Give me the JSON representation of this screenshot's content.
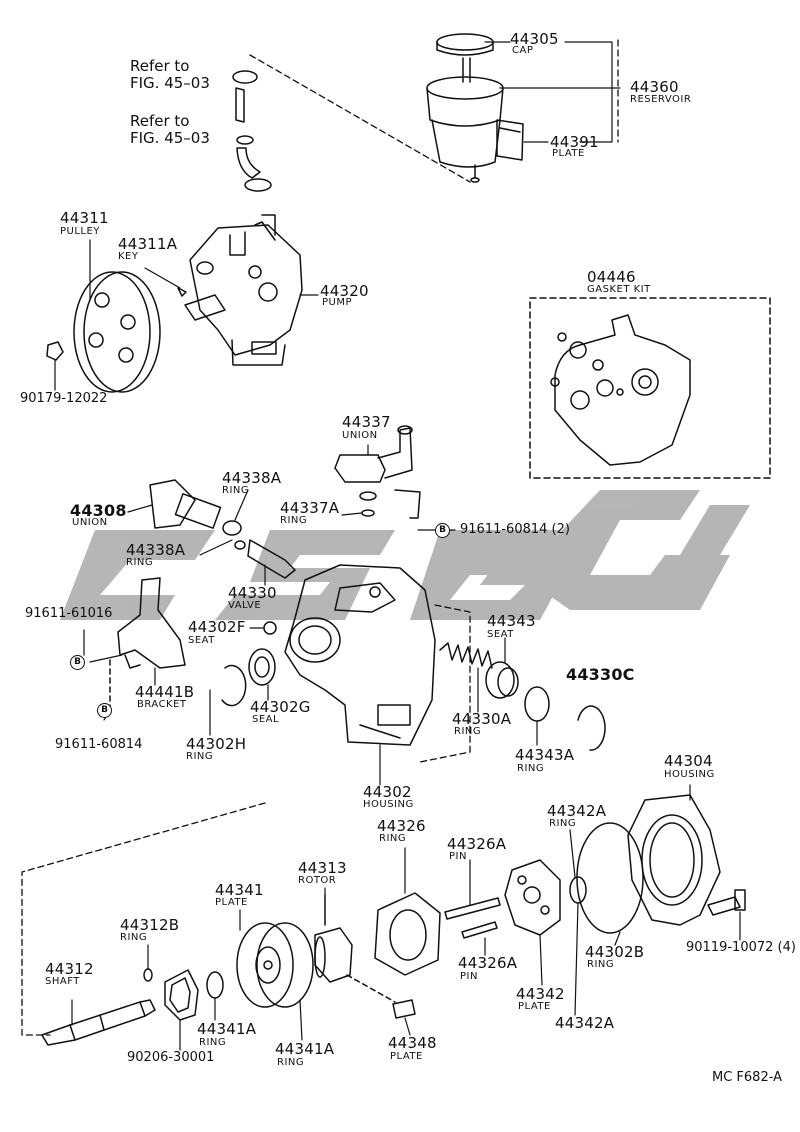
{
  "diagram_code": "MC F682-A",
  "watermark_text": "",
  "refer": [
    {
      "line1": "Refer to",
      "line2": "FIG. 45–03"
    },
    {
      "line1": "Refer to",
      "line2": "FIG. 45–03"
    }
  ],
  "parts": {
    "p44305": {
      "number": "44305",
      "name": "CAP"
    },
    "p44360": {
      "number": "44360",
      "name": "RESERVOIR"
    },
    "p44391": {
      "number": "44391",
      "name": "PLATE"
    },
    "p44311": {
      "number": "44311",
      "name": "PULLEY"
    },
    "p44311A": {
      "number": "44311A",
      "name": "KEY"
    },
    "p44320": {
      "number": "44320",
      "name": "PUMP"
    },
    "p90179": {
      "number": "90179-12022"
    },
    "p04446": {
      "number": "04446",
      "name": "GASKET KIT"
    },
    "p44337": {
      "number": "44337",
      "name": "UNION"
    },
    "p44338A_1": {
      "number": "44338A",
      "name": "RING"
    },
    "p44337A": {
      "number": "44337A",
      "name": "RING"
    },
    "p44308": {
      "number": "44308",
      "name": "UNION"
    },
    "p91611_60814_2": {
      "number": "91611-60814 (2)",
      "badge": "B"
    },
    "p44338A_2": {
      "number": "44338A",
      "name": "RING"
    },
    "p44330": {
      "number": "44330",
      "name": "VALVE"
    },
    "p91611_61016": {
      "number": "91611-61016",
      "badge": "B"
    },
    "p44302F": {
      "number": "44302F",
      "name": "SEAT"
    },
    "p44343": {
      "number": "44343",
      "name": "SEAT"
    },
    "p44330C": {
      "number": "44330C"
    },
    "p44441B": {
      "number": "44441B",
      "name": "BRACKET"
    },
    "p44302G": {
      "number": "44302G",
      "name": "SEAL"
    },
    "p44330A": {
      "number": "44330A",
      "name": "RING"
    },
    "p91611_60814": {
      "number": "91611-60814",
      "badge": "B"
    },
    "p44302H": {
      "number": "44302H",
      "name": "RING"
    },
    "p44343A": {
      "number": "44343A",
      "name": "RING"
    },
    "p44304": {
      "number": "44304",
      "name": "HOUSING"
    },
    "p44302": {
      "number": "44302",
      "name": "HOUSING"
    },
    "p44342A_1": {
      "number": "44342A",
      "name": "RING"
    },
    "p44326": {
      "number": "44326",
      "name": "RING"
    },
    "p44326A_1": {
      "number": "44326A",
      "name": "PIN"
    },
    "p44313": {
      "number": "44313",
      "name": "ROTOR"
    },
    "p44341": {
      "number": "44341",
      "name": "PLATE"
    },
    "p44312B": {
      "number": "44312B",
      "name": "RING"
    },
    "p44302B": {
      "number": "44302B",
      "name": "RING"
    },
    "p90119": {
      "number": "90119-10072 (4)"
    },
    "p44312": {
      "number": "44312",
      "name": "SHAFT"
    },
    "p44326A_2": {
      "number": "44326A",
      "name": "PIN"
    },
    "p44342": {
      "number": "44342",
      "name": "PLATE"
    },
    "p44342A_2": {
      "number": "44342A"
    },
    "p44341A_1": {
      "number": "44341A",
      "name": "RING"
    },
    "p90206": {
      "number": "90206-30001"
    },
    "p44341A_2": {
      "number": "44341A",
      "name": "RING"
    },
    "p44348": {
      "number": "44348",
      "name": "PLATE"
    }
  }
}
